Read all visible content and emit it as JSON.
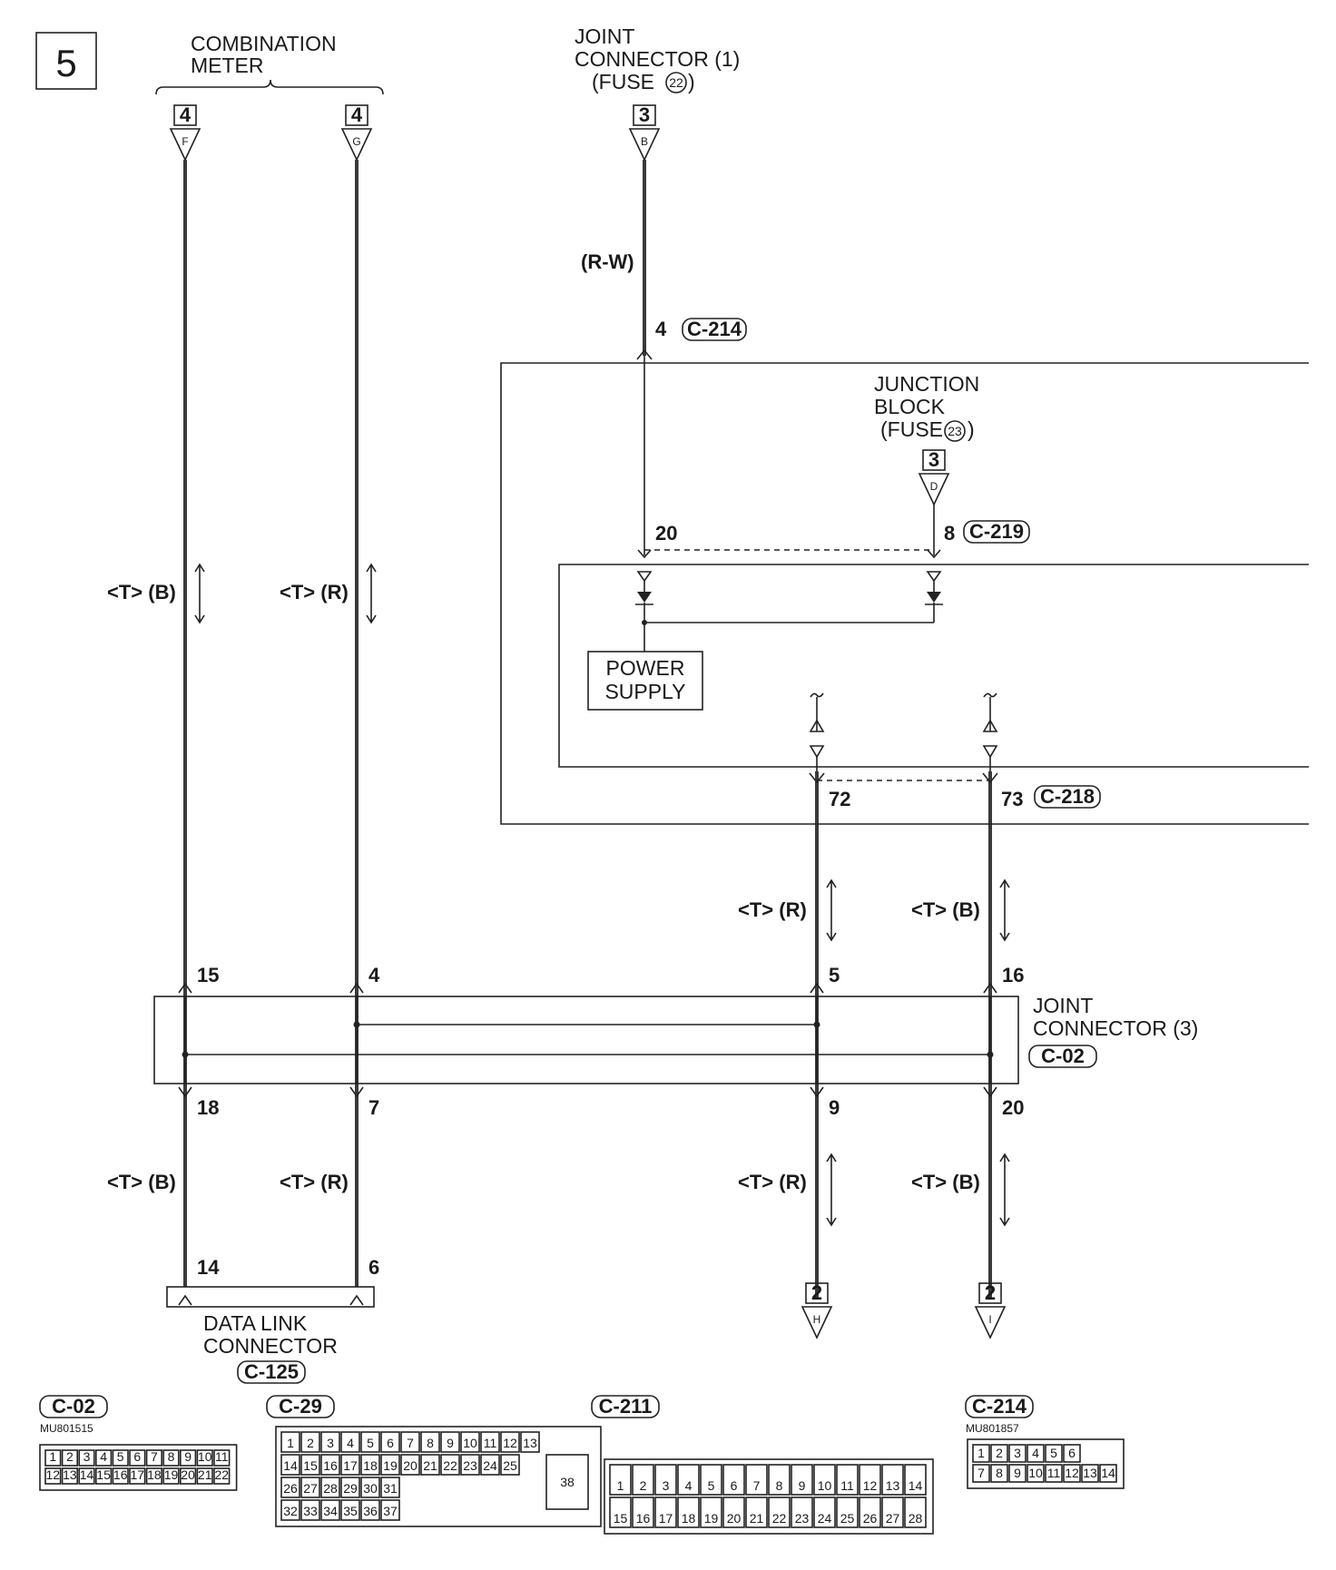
{
  "page": {
    "number": "5"
  },
  "components": {
    "combination_meter": {
      "line1": "COMBINATION",
      "line2": "METER"
    },
    "joint_connector_1": {
      "line1": "JOINT",
      "line2": "CONNECTOR (1)",
      "line3": "(FUSE",
      "fuse": "22",
      "close": ")"
    },
    "junction_block": {
      "line1": "JUNCTION",
      "line2": "BLOCK",
      "line3": "(FUSE",
      "fuse": "23",
      "close": ")"
    },
    "power_supply": {
      "line1": "POWER",
      "line2": "SUPPLY"
    },
    "joint_connector_3": {
      "line1": "JOINT",
      "line2": "CONNECTOR (3)",
      "id": "C-02"
    },
    "data_link_connector": {
      "line1": "DATA LINK",
      "line2": "CONNECTOR",
      "id": "C-125"
    }
  },
  "refs": {
    "f": {
      "page": "4",
      "letter": "F"
    },
    "g": {
      "page": "4",
      "letter": "G"
    },
    "b": {
      "page": "3",
      "letter": "B"
    },
    "d": {
      "page": "3",
      "letter": "D"
    },
    "h": {
      "page": "2",
      "letter": "H"
    },
    "i": {
      "page": "2",
      "letter": "I"
    }
  },
  "wire_labels": {
    "rw": "(R-W)",
    "tb": "<T> (B)",
    "tr": "<T> (R)"
  },
  "pins": {
    "c214_pin": "4",
    "c214_id": "C-214",
    "jb_20": "20",
    "jb_8": "8",
    "c219_id": "C-219",
    "jb_72": "72",
    "jb_73": "73",
    "c218_id": "C-218",
    "jc_15": "15",
    "jc_4": "4",
    "jc_5": "5",
    "jc_16": "16",
    "jc_18": "18",
    "jc_7": "7",
    "jc_9": "9",
    "jc_20": "20",
    "dlc_14": "14",
    "dlc_6": "6"
  },
  "connector_views": [
    {
      "id": "C-02",
      "part": "MU801515",
      "rows": [
        [
          "1",
          "2",
          "3",
          "4",
          "5",
          "6",
          "7",
          "8",
          "9",
          "10",
          "11"
        ],
        [
          "12",
          "13",
          "14",
          "15",
          "16",
          "17",
          "18",
          "19",
          "20",
          "21",
          "22"
        ]
      ]
    },
    {
      "id": "C-29",
      "rows": [
        [
          "1",
          "2",
          "3",
          "4",
          "5",
          "6",
          "7",
          "8",
          "9",
          "10",
          "11",
          "12",
          "13"
        ],
        [
          "14",
          "15",
          "16",
          "17",
          "18",
          "19",
          "20",
          "21",
          "22",
          "23",
          "24",
          "25"
        ],
        [
          "26",
          "27",
          "28",
          "29",
          "30",
          "31"
        ],
        [
          "32",
          "33",
          "34",
          "35",
          "36",
          "37"
        ]
      ],
      "large_pin": "38"
    },
    {
      "id": "C-211",
      "rows": [
        [
          "1",
          "2",
          "3",
          "4",
          "5",
          "6",
          "7",
          "8",
          "9",
          "10",
          "11",
          "12",
          "13",
          "14"
        ],
        [
          "15",
          "16",
          "17",
          "18",
          "19",
          "20",
          "21",
          "22",
          "23",
          "24",
          "25",
          "26",
          "27",
          "28"
        ]
      ]
    },
    {
      "id": "C-214",
      "part": "MU801857",
      "rows": [
        [
          "1",
          "2",
          "3",
          "4",
          "5",
          "6"
        ],
        [
          "7",
          "8",
          "9",
          "10",
          "11",
          "12",
          "13",
          "14"
        ]
      ]
    }
  ]
}
